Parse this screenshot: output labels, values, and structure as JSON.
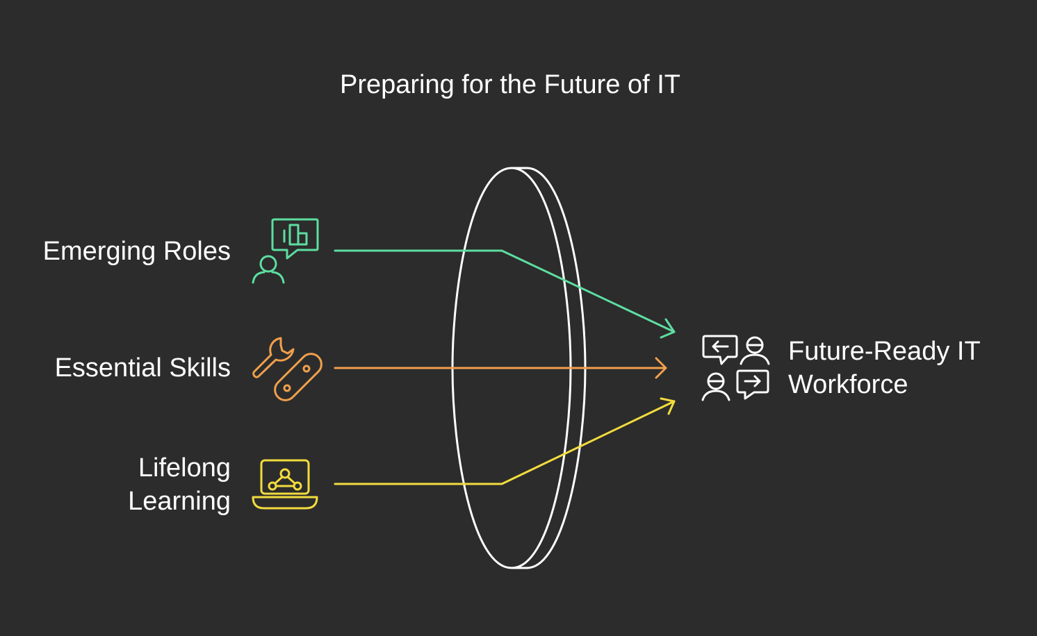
{
  "title": "Preparing for the Future of IT",
  "inputs": [
    {
      "id": "emerging",
      "lines": [
        "Emerging Roles"
      ],
      "icon": "user-chat-icon",
      "color": "#5ddea0"
    },
    {
      "id": "skills",
      "lines": [
        "Essential Skills"
      ],
      "icon": "wrench-tool-icon",
      "color": "#f0a04c"
    },
    {
      "id": "learning",
      "lines": [
        "Lifelong",
        "Learning"
      ],
      "icon": "laptop-network-icon",
      "color": "#f2dc3e"
    }
  ],
  "output": {
    "lines": [
      "Future-Ready IT",
      "Workforce"
    ],
    "icon": "team-exchange-icon",
    "color": "#ffffff"
  },
  "lens": {
    "color": "#ffffff"
  }
}
